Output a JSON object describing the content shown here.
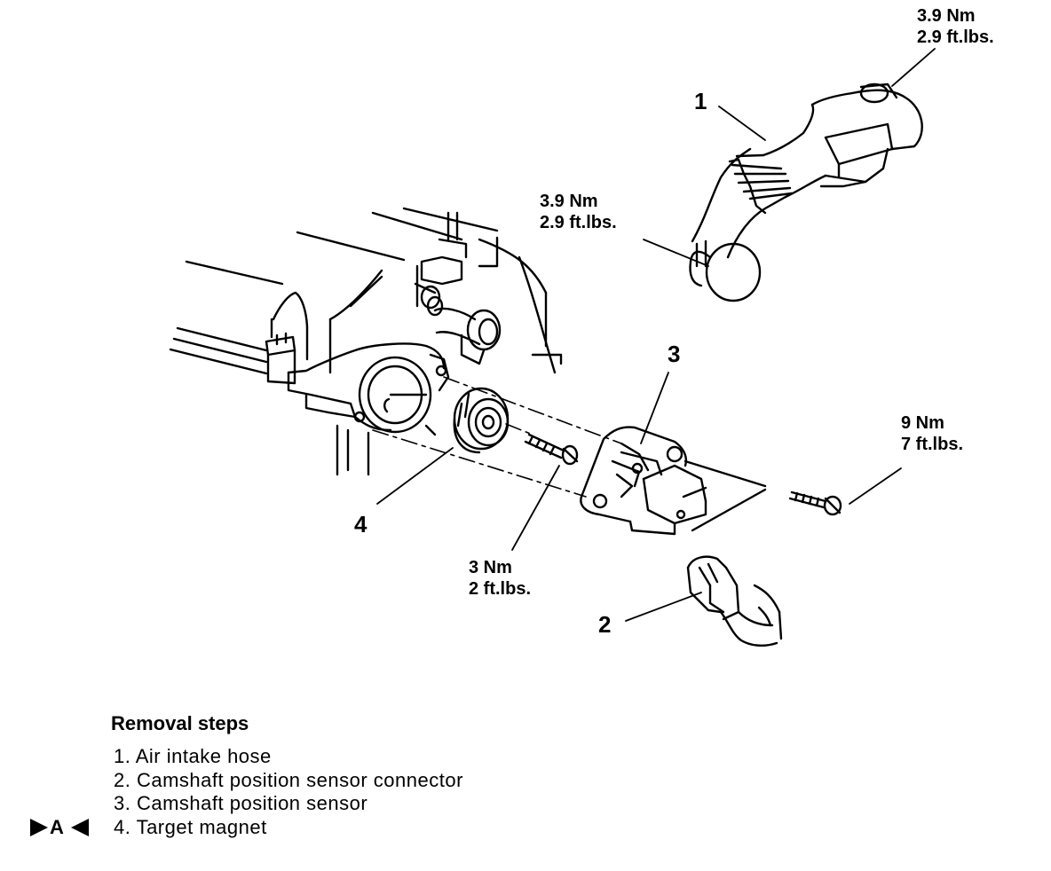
{
  "callouts": {
    "item1": "1",
    "item2": "2",
    "item3": "3",
    "item4": "4"
  },
  "torques": {
    "hose_top": {
      "nm": "3.9 Nm",
      "ftlbs": "2.9 ft.lbs."
    },
    "hose_clamp": {
      "nm": "3.9 Nm",
      "ftlbs": "2.9 ft.lbs."
    },
    "sensor_bolt": {
      "nm": "9 Nm",
      "ftlbs": "7 ft.lbs."
    },
    "magnet_bolt": {
      "nm": "3 Nm",
      "ftlbs": "2 ft.lbs."
    }
  },
  "removal": {
    "title": "Removal  steps",
    "marker": "A",
    "steps": [
      "1.  Air  intake  hose",
      "2.  Camshaft  position  sensor  connector",
      "3.  Camshaft  position  sensor",
      "4.  Target  magnet"
    ]
  }
}
